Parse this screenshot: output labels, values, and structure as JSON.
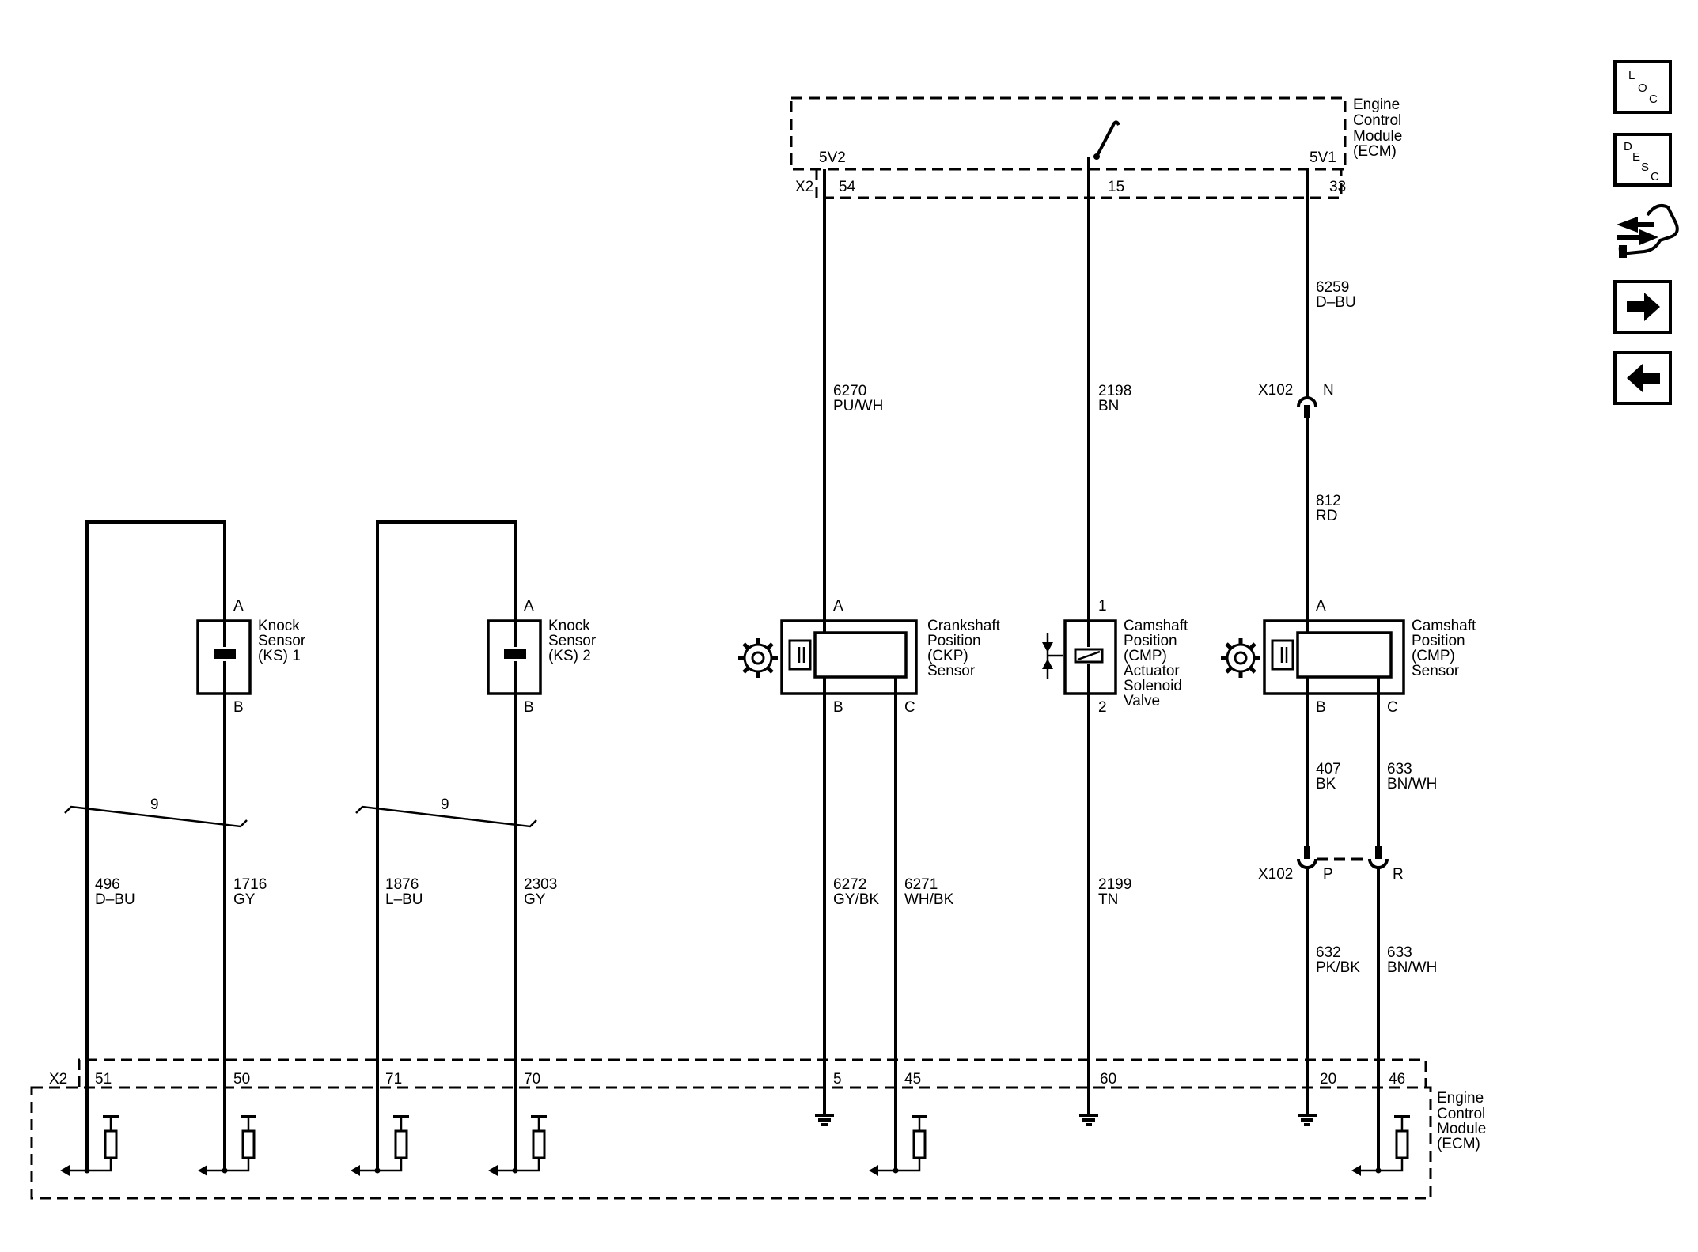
{
  "ecm_top": {
    "title": [
      "Engine",
      "Control",
      "Module",
      "(ECM)"
    ],
    "ref_5v2": "5V2",
    "ref_5v1": "5V1",
    "connector": "X2",
    "pins": [
      "54",
      "15",
      "33"
    ]
  },
  "ecm_bottom": {
    "title": [
      "Engine",
      "Control",
      "Module",
      "(ECM)"
    ],
    "connector": "X2",
    "pins": [
      "51",
      "50",
      "71",
      "70",
      "5",
      "45",
      "60",
      "20",
      "46"
    ]
  },
  "components": {
    "ks1": {
      "name": [
        "Knock",
        "Sensor",
        "(KS) 1"
      ],
      "pin_top": "A",
      "pin_bottom": "B"
    },
    "ks2": {
      "name": [
        "Knock",
        "Sensor",
        "(KS) 2"
      ],
      "pin_top": "A",
      "pin_bottom": "B"
    },
    "ckp": {
      "name": [
        "Crankshaft",
        "Position",
        "(CKP)",
        "Sensor"
      ],
      "pin_a": "A",
      "pin_b": "B",
      "pin_c": "C"
    },
    "cmp_valve": {
      "name": [
        "Camshaft",
        "Position",
        "(CMP)",
        "Actuator",
        "Solenoid",
        "Valve"
      ],
      "pin_1": "1",
      "pin_2": "2"
    },
    "cmp_sensor": {
      "name": [
        "Camshaft",
        "Position",
        "(CMP)",
        "Sensor"
      ],
      "pin_a": "A",
      "pin_b": "B",
      "pin_c": "C"
    }
  },
  "wires": {
    "w6270": [
      "6270",
      "PU/WH"
    ],
    "w2198": [
      "2198",
      "BN"
    ],
    "w6259": [
      "6259",
      "D–BU"
    ],
    "w812": [
      "812",
      "RD"
    ],
    "w407": [
      "407",
      "BK"
    ],
    "w633a": [
      "633",
      "BN/WH"
    ],
    "w496": [
      "496",
      "D–BU"
    ],
    "w1716": [
      "1716",
      "GY"
    ],
    "w1876": [
      "1876",
      "L–BU"
    ],
    "w2303": [
      "2303",
      "GY"
    ],
    "w6272": [
      "6272",
      "GY/BK"
    ],
    "w6271": [
      "6271",
      "WH/BK"
    ],
    "w2199": [
      "2199",
      "TN"
    ],
    "w632": [
      "632",
      "PK/BK"
    ],
    "w633b": [
      "633",
      "BN/WH"
    ]
  },
  "twist_count": "9",
  "connector_x102": {
    "name": "X102",
    "pin_n": "N",
    "pin_p": "P",
    "pin_r": "R"
  },
  "nav": {
    "loc": [
      "L",
      "O",
      "C"
    ],
    "desc": [
      "D",
      "E",
      "S",
      "C"
    ],
    "icons": [
      "loc-icon",
      "desc-icon",
      "connector-hand-icon",
      "next-arrow-icon",
      "previous-arrow-icon"
    ]
  }
}
